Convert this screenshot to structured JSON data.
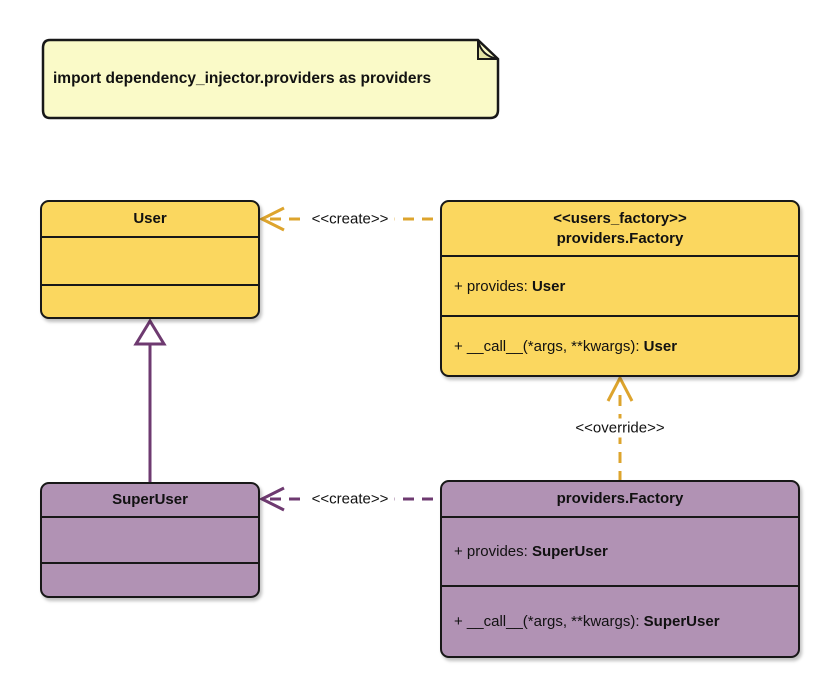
{
  "note": {
    "text": "import dependency_injector.providers as providers"
  },
  "classes": {
    "user": {
      "title": "User"
    },
    "users_factory": {
      "stereotype": "<<users_factory>>",
      "title": "providers.Factory",
      "provides_label": "+ provides: ",
      "provides_type": "User",
      "call_label": "+ __call__(*args, **kwargs): ",
      "call_type": "User"
    },
    "super_user": {
      "title": "SuperUser"
    },
    "super_user_factory": {
      "title": "providers.Factory",
      "provides_label": "+ provides: ",
      "provides_type": "SuperUser",
      "call_label": "+ __call__(*args, **kwargs): ",
      "call_type": "SuperUser"
    }
  },
  "edges": {
    "create_user_label": "<<create>>",
    "create_super_user_label": "<<create>>",
    "override_label": "<<override>>"
  },
  "colors": {
    "class_yellow_fill": "#FBD75F",
    "class_purple_fill": "#B192B4",
    "note_fill": "#FAFAC8",
    "note_fold": "#E3E3A5",
    "border": "#181818",
    "arrow_gold": "#DDA42D",
    "arrow_purple": "#6E3A70"
  }
}
